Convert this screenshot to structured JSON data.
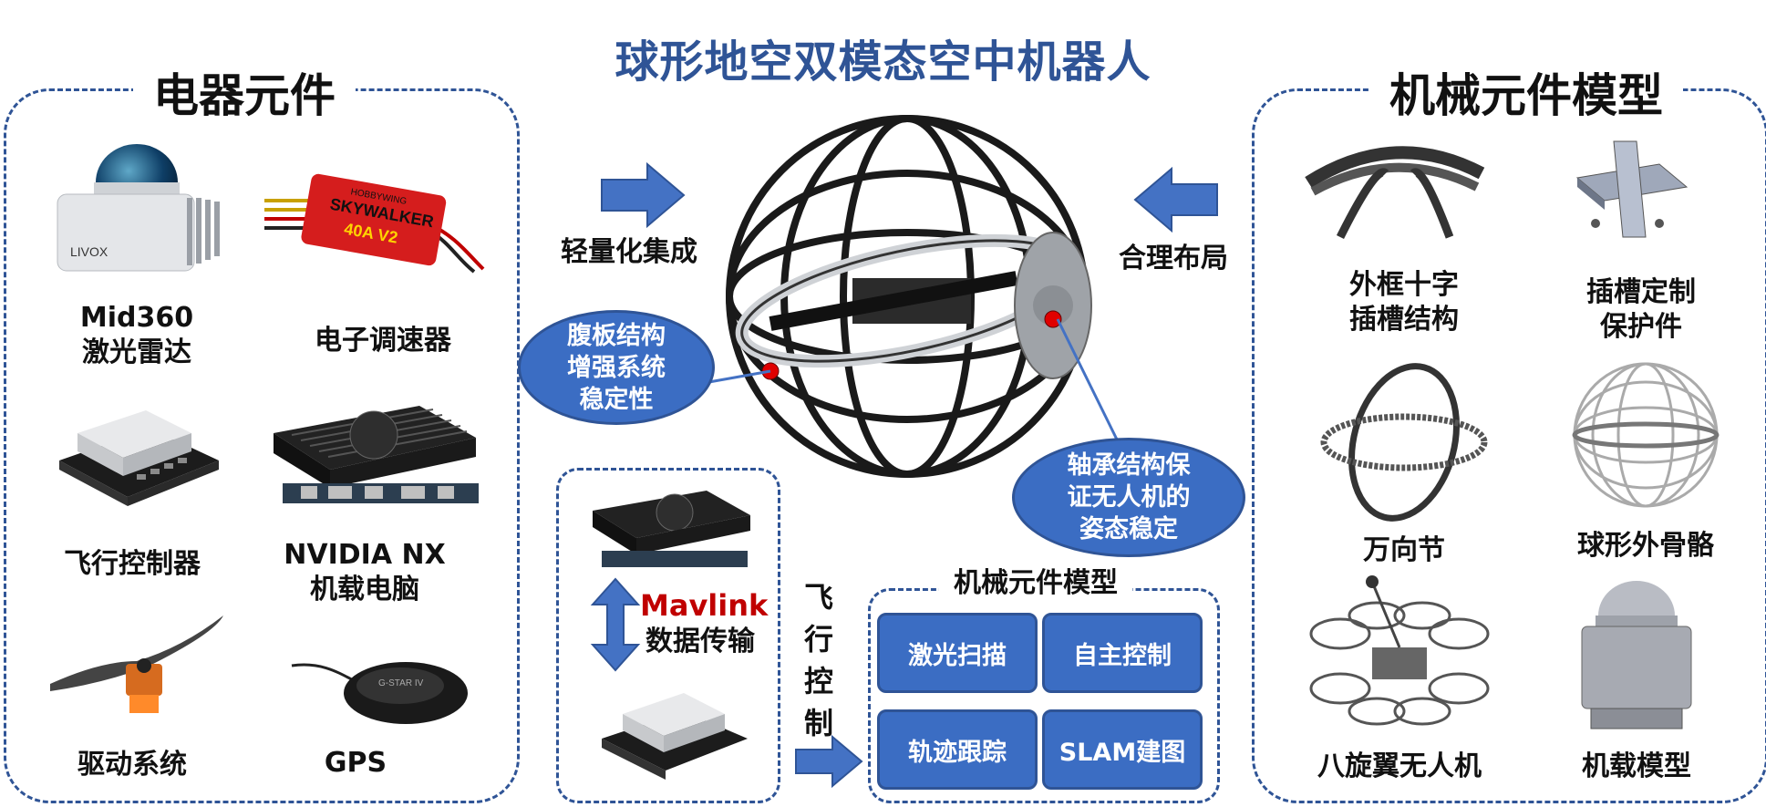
{
  "title": "球形地空双模态空中机器人",
  "left_panel": {
    "title": "电器元件",
    "items": [
      {
        "l1": "Mid360",
        "l2": "激光雷达"
      },
      {
        "l1": "电子调速器",
        "l2": ""
      },
      {
        "l1": "飞行控制器",
        "l2": ""
      },
      {
        "l1": "NVIDIA NX",
        "l2": "机载电脑"
      },
      {
        "l1": "驱动系统",
        "l2": ""
      },
      {
        "l1": "GPS",
        "l2": ""
      }
    ],
    "lidar_brand": "LIVOX",
    "esc_brand": "HOBBYWING",
    "esc_model": "SKYWALKER",
    "esc_rating": "40A V2",
    "gps_brand": "G-STAR IV"
  },
  "right_panel": {
    "title": "机械元件模型",
    "items": [
      {
        "l1": "外框十字",
        "l2": "插槽结构"
      },
      {
        "l1": "插槽定制",
        "l2": "保护件"
      },
      {
        "l1": "万向节",
        "l2": ""
      },
      {
        "l1": "球形外骨骼",
        "l2": ""
      },
      {
        "l1": "八旋翼无人机",
        "l2": ""
      },
      {
        "l1": "机载模型",
        "l2": ""
      }
    ]
  },
  "center": {
    "integration": "轻量化集成",
    "layout": "合理布局",
    "bubble_left": {
      "l1": "腹板结构",
      "l2": "增强系统",
      "l3": "稳定性"
    },
    "bubble_right": {
      "l1": "轴承结构保",
      "l2": "证无人机的",
      "l3": "姿态稳定"
    },
    "mavlink": "Mavlink",
    "data_transfer": "数据传输",
    "flight_control": [
      "飞",
      "行",
      "控",
      "制"
    ],
    "functions_title": "机械元件模型",
    "functions": [
      "激光扫描",
      "自主控制",
      "轨迹跟踪",
      "SLAM建图"
    ]
  },
  "colors": {
    "accent": "#2F5496",
    "button": "#3B6DC3",
    "highlight": "#C00000",
    "marker": "#E00000"
  }
}
